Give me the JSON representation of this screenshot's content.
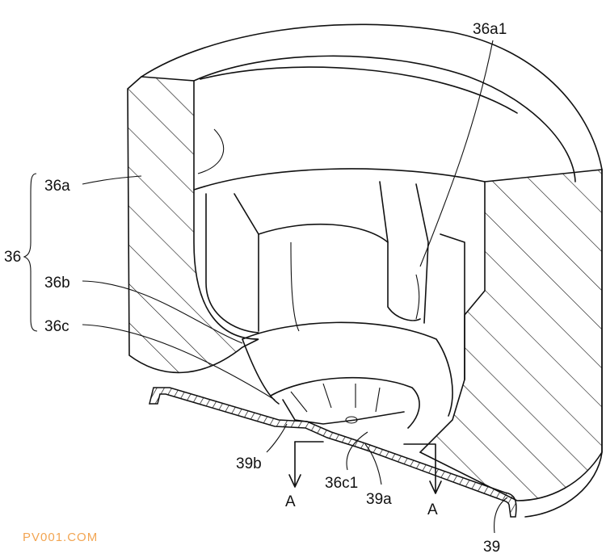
{
  "figure": {
    "labels": {
      "l36a1": "36a1",
      "l36a": "36a",
      "l36": "36",
      "l36b": "36b",
      "l36c": "36c",
      "l39b": "39b",
      "l36c1": "36c1",
      "l39a": "39a",
      "lA1": "A",
      "lA2": "A",
      "l39": "39"
    },
    "watermark": "PV001.COM",
    "watermark_color": "#f2a552"
  }
}
